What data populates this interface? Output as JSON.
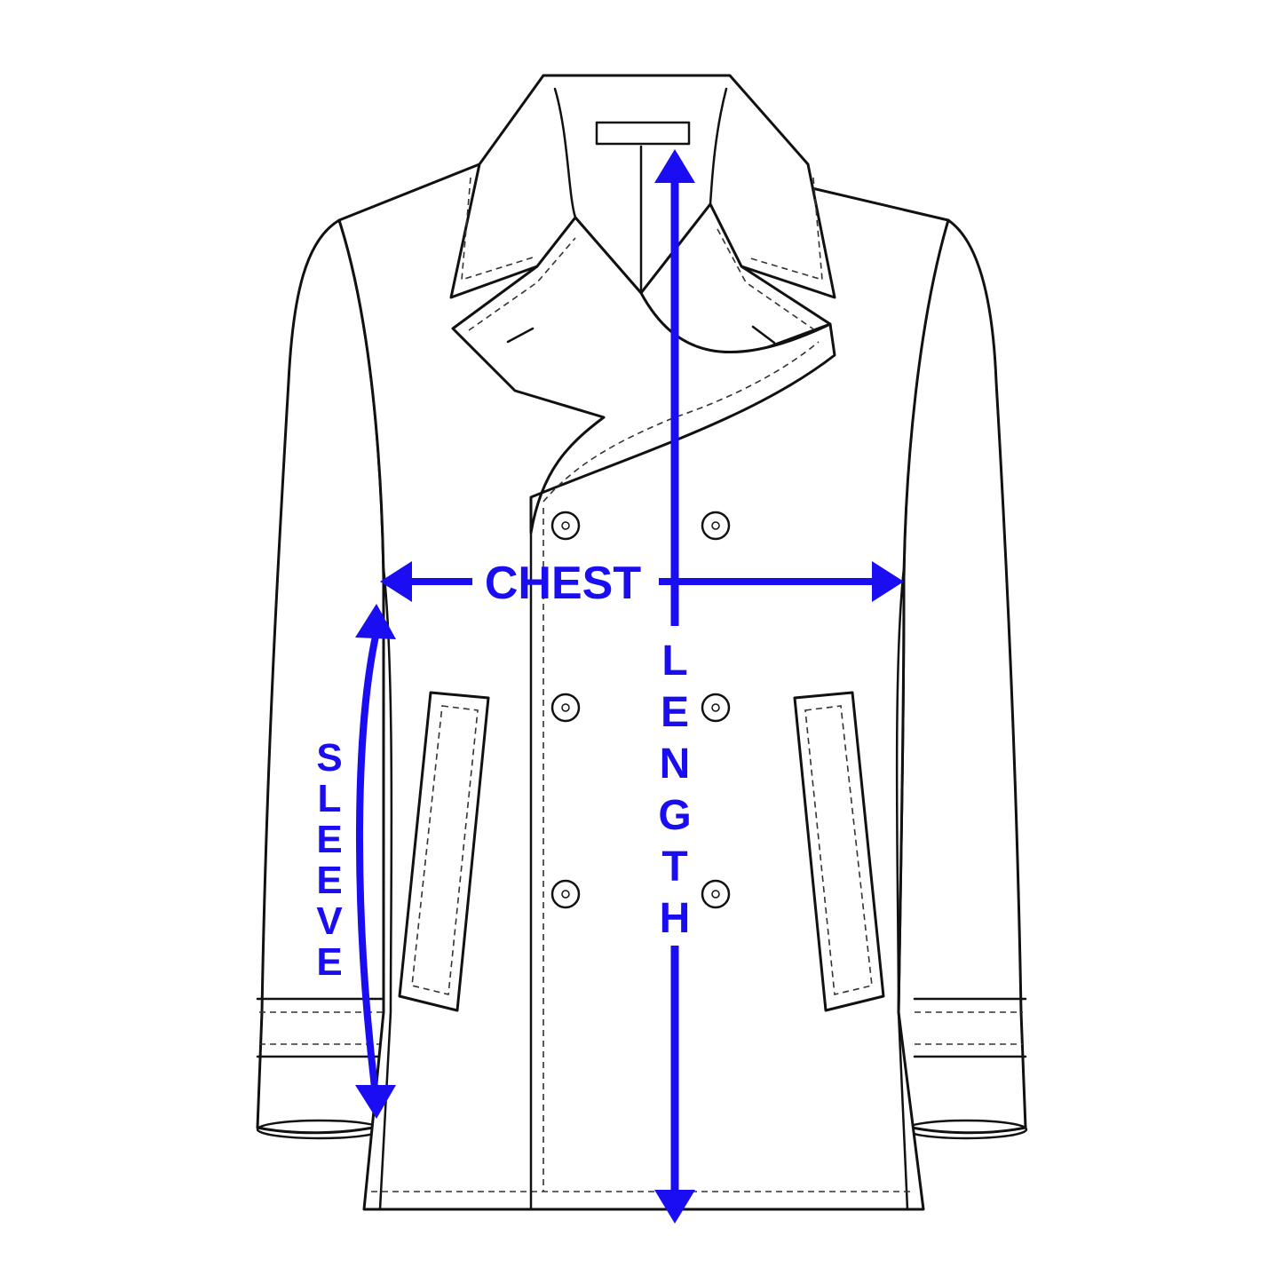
{
  "labels": {
    "chest": "CHEST",
    "length": [
      "L",
      "E",
      "N",
      "G",
      "T",
      "H"
    ],
    "sleeve": [
      "S",
      "L",
      "E",
      "E",
      "V",
      "E"
    ]
  },
  "colors": {
    "measure": "#1a0df2",
    "outline": "#111111",
    "fill": "#ffffff"
  },
  "icons": {
    "button": "coat-button-icon",
    "arrow": "double-headed-arrow"
  }
}
